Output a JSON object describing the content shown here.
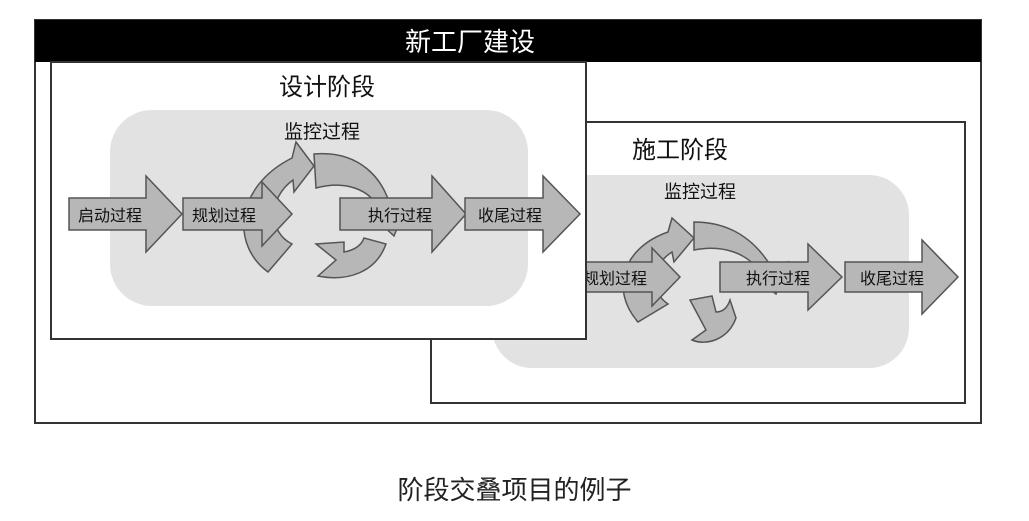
{
  "outer": {
    "title": "新工厂建设"
  },
  "design_phase": {
    "title": "设计阶段",
    "monitor_label": "监控过程",
    "steps": [
      "启动过程",
      "规划过程",
      "执行过程",
      "收尾过程"
    ]
  },
  "construction_phase": {
    "title": "施工阶段",
    "monitor_label": "监控过程",
    "steps": [
      "规划过程",
      "执行过程",
      "收尾过程"
    ]
  },
  "caption": "阶段交叠项目的例子",
  "colors": {
    "header_bg": "#000000",
    "header_text": "#ffffff",
    "frame": "#333333",
    "shade": "#e2e2e2",
    "arrow_fill": "#b7b7b7",
    "arrow_stroke": "#555555"
  }
}
